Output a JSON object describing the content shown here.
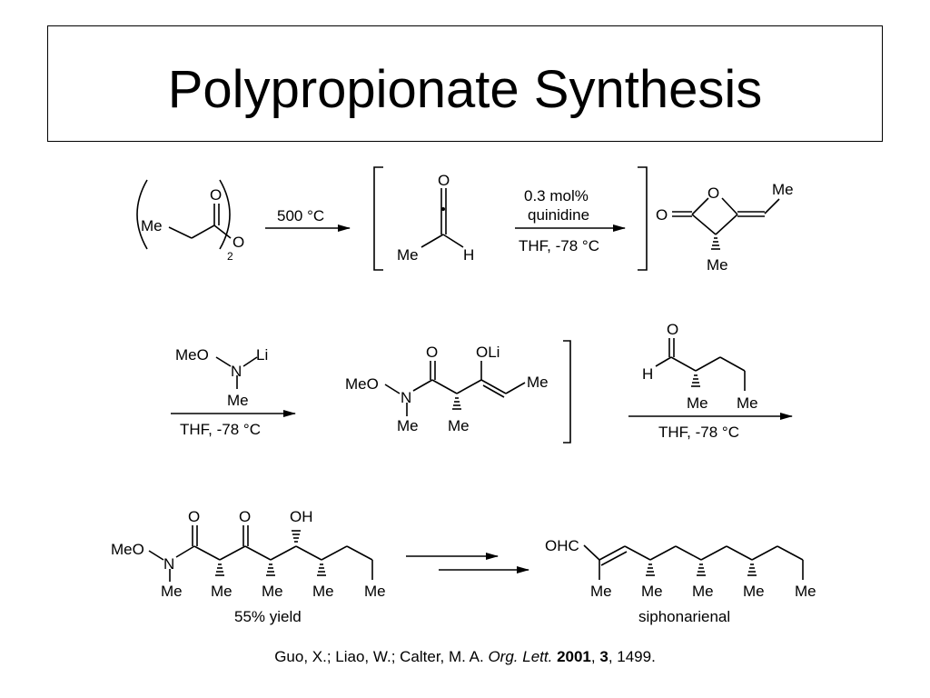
{
  "slide": {
    "title": "Polypropionate Synthesis"
  },
  "row1": {
    "anhydride": {
      "me": "Me",
      "o_carbonyl": "O",
      "o_bridge": "O",
      "subscript": "2"
    },
    "arrow1_condition": "500 °C",
    "ketene": {
      "o": "O",
      "me": "Me",
      "h": "H"
    },
    "arrow2_condition_line1": "0.3 mol%",
    "arrow2_condition_line2": "quinidine",
    "arrow2_condition_below": "THF, -78 °C",
    "lactone": {
      "o_exo": "O",
      "o_ring": "O",
      "me_vinyl": "Me",
      "me_alpha": "Me"
    }
  },
  "row2": {
    "reagent": {
      "meo": "MeO",
      "n": "N",
      "li": "Li",
      "me": "Me"
    },
    "arrow3_condition_below": "THF, -78 °C",
    "enolate": {
      "meo": "MeO",
      "n": "N",
      "n_me": "Me",
      "o_carbonyl": "O",
      "oli": "OLi",
      "me_alpha": "Me",
      "me_vinyl": "Me"
    },
    "aldehyde": {
      "o": "O",
      "h": "H",
      "me_alpha": "Me",
      "me_chain": "Me"
    },
    "arrow4_condition_below": "THF, -78 °C"
  },
  "row3": {
    "product": {
      "meo": "MeO",
      "n": "N",
      "n_me": "Me",
      "o1": "O",
      "o2": "O",
      "oh": "OH",
      "me1": "Me",
      "me2": "Me",
      "me3": "Me",
      "me_end": "Me"
    },
    "product_caption": "55% yield",
    "target": {
      "ohc": "OHC",
      "me1": "Me",
      "me2": "Me",
      "me3": "Me",
      "me4": "Me",
      "me_end": "Me"
    },
    "target_caption": "siphonarienal"
  },
  "citation": {
    "authors": "Guo, X.; Liao, W.; Calter, M. A. ",
    "journal": "Org. Lett.",
    "year": "2001",
    "sep1": ", ",
    "volume": "3",
    "pages": ", 1499."
  }
}
